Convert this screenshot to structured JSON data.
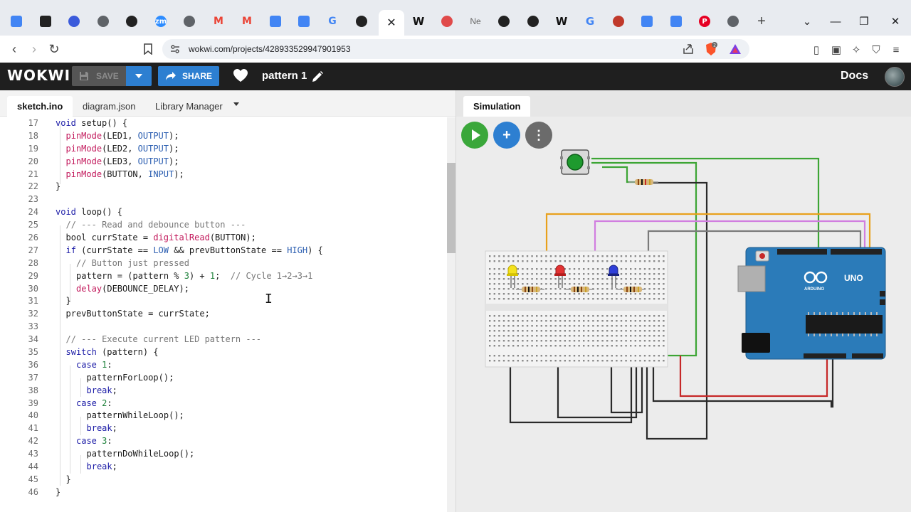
{
  "browser": {
    "tabs": [
      {
        "name": "docs-tab",
        "icon": "google-docs-icon",
        "color": "#4285f4"
      },
      {
        "name": "q-tab",
        "icon": "q-app-icon",
        "color": "#222222"
      },
      {
        "name": "search-tab",
        "icon": "q-search-icon",
        "color": "#3b5bdb"
      },
      {
        "name": "globe-tab",
        "icon": "globe-icon",
        "color": "#5f6368"
      },
      {
        "name": "chatgpt-tab",
        "icon": "openai-icon",
        "color": "#222222"
      },
      {
        "name": "zoom-tab",
        "icon": "zoom-icon",
        "color": "#2d8cff",
        "text": "zm"
      },
      {
        "name": "globe-tab-2",
        "icon": "globe-icon",
        "color": "#5f6368"
      },
      {
        "name": "gmail-tab",
        "icon": "gmail-icon",
        "color": "#ea4335"
      },
      {
        "name": "gmail-tab-2",
        "icon": "gmail-icon",
        "color": "#ea4335"
      },
      {
        "name": "docs-tab-2",
        "icon": "google-docs-icon",
        "color": "#4285f4"
      },
      {
        "name": "docs-tab-3",
        "icon": "google-docs-icon",
        "color": "#4285f4"
      },
      {
        "name": "google-tab",
        "icon": "google-icon",
        "color": "#4285f4"
      },
      {
        "name": "chatgpt-tab-2",
        "icon": "openai-icon",
        "color": "#222222"
      }
    ],
    "tabs_right": [
      {
        "name": "wikipedia-tab",
        "icon": "wikipedia-icon",
        "text": "W"
      },
      {
        "name": "brave-tab",
        "icon": "shield-icon"
      },
      {
        "name": "new-tab-label",
        "icon": "text",
        "text": "Ne"
      },
      {
        "name": "chatgpt-tab-3",
        "icon": "openai-icon"
      },
      {
        "name": "wokwi-tab",
        "icon": "wokwi-icon"
      },
      {
        "name": "wikipedia-tab-2",
        "icon": "wikipedia-icon",
        "text": "W"
      },
      {
        "name": "google-tab-2",
        "icon": "google-icon"
      },
      {
        "name": "pitch-tab",
        "icon": "circle-icon"
      },
      {
        "name": "docs-tab-4",
        "icon": "google-docs-icon"
      },
      {
        "name": "docs-tab-5",
        "icon": "google-docs-icon"
      },
      {
        "name": "pinterest-tab",
        "icon": "pinterest-icon",
        "text": "P"
      },
      {
        "name": "globe-tab-3",
        "icon": "globe-icon"
      }
    ],
    "url": "wokwi.com/projects/428933529947901953"
  },
  "header": {
    "logo": "WOKWI",
    "save_label": "SAVE",
    "share_label": "SHARE",
    "project_name": "pattern 1",
    "docs_label": "Docs"
  },
  "editor": {
    "tabs": [
      "sketch.ino",
      "diagram.json",
      "Library Manager"
    ],
    "lines": [
      {
        "n": "17",
        "indent": 0,
        "html": "<span class=\"kw\">void</span> setup() {"
      },
      {
        "n": "18",
        "indent": 1,
        "html": "<span class=\"fn\">pinMode</span>(LED1, <span class=\"cst\">OUTPUT</span>);"
      },
      {
        "n": "19",
        "indent": 1,
        "html": "<span class=\"fn\">pinMode</span>(LED2, <span class=\"cst\">OUTPUT</span>);"
      },
      {
        "n": "20",
        "indent": 1,
        "html": "<span class=\"fn\">pinMode</span>(LED3, <span class=\"cst\">OUTPUT</span>);"
      },
      {
        "n": "21",
        "indent": 1,
        "html": "<span class=\"fn\">pinMode</span>(BUTTON, <span class=\"cst\">INPUT</span>);"
      },
      {
        "n": "22",
        "indent": 0,
        "html": "}"
      },
      {
        "n": "23",
        "indent": 0,
        "html": ""
      },
      {
        "n": "24",
        "indent": 0,
        "html": "<span class=\"kw\">void</span> loop() {"
      },
      {
        "n": "25",
        "indent": 1,
        "html": "<span class=\"cm\">// --- Read and debounce button ---</span>"
      },
      {
        "n": "26",
        "indent": 1,
        "html": "bool currState = <span class=\"fn\">digitalRead</span>(BUTTON);"
      },
      {
        "n": "27",
        "indent": 1,
        "html": "<span class=\"kw\">if</span> (currState == <span class=\"cst\">LOW</span> &amp;&amp; prevButtonState == <span class=\"cst\">HIGH</span>) {"
      },
      {
        "n": "28",
        "indent": 2,
        "html": "<span class=\"cm\">// Button just pressed</span>"
      },
      {
        "n": "29",
        "indent": 2,
        "html": "pattern = (pattern % <span class=\"num\">3</span>) + <span class=\"num\">1</span>;  <span class=\"cm\">// Cycle 1→2→3→1</span>"
      },
      {
        "n": "30",
        "indent": 2,
        "html": "<span class=\"fn\">delay</span>(DEBOUNCE_DELAY);"
      },
      {
        "n": "31",
        "indent": 1,
        "html": "}"
      },
      {
        "n": "32",
        "indent": 1,
        "html": "prevButtonState = currState;"
      },
      {
        "n": "33",
        "indent": 0,
        "html": ""
      },
      {
        "n": "34",
        "indent": 1,
        "html": "<span class=\"cm\">// --- Execute current LED pattern ---</span>"
      },
      {
        "n": "35",
        "indent": 1,
        "html": "<span class=\"kw\">switch</span> (pattern) {"
      },
      {
        "n": "36",
        "indent": 2,
        "html": "<span class=\"kw\">case</span> <span class=\"num\">1</span>:"
      },
      {
        "n": "37",
        "indent": 3,
        "html": "patternForLoop();"
      },
      {
        "n": "38",
        "indent": 3,
        "html": "<span class=\"kw\">break</span>;"
      },
      {
        "n": "39",
        "indent": 2,
        "html": "<span class=\"kw\">case</span> <span class=\"num\">2</span>:"
      },
      {
        "n": "40",
        "indent": 3,
        "html": "patternWhileLoop();"
      },
      {
        "n": "41",
        "indent": 3,
        "html": "<span class=\"kw\">break</span>;"
      },
      {
        "n": "42",
        "indent": 2,
        "html": "<span class=\"kw\">case</span> <span class=\"num\">3</span>:"
      },
      {
        "n": "43",
        "indent": 3,
        "html": "patternDoWhileLoop();"
      },
      {
        "n": "44",
        "indent": 3,
        "html": "<span class=\"kw\">break</span>;"
      },
      {
        "n": "45",
        "indent": 1,
        "html": "}"
      },
      {
        "n": "46",
        "indent": 0,
        "html": "}"
      }
    ]
  },
  "simulation": {
    "tab_label": "Simulation",
    "board_label": "UNO",
    "brand_label": "ARDUINO",
    "colors": {
      "play": "#3aa73a",
      "add": "#2d7fd1",
      "more": "#6b6b6b",
      "wire_green": "#3ca534",
      "wire_orange": "#e8a11c",
      "wire_violet": "#d17ee0",
      "wire_gray": "#7a7a7a",
      "wire_black": "#2a2a2a",
      "wire_red": "#c62828",
      "board": "#2b7bb9"
    }
  }
}
